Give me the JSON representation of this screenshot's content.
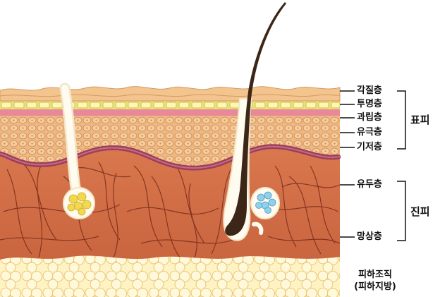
{
  "diagram": {
    "epidermis_layers": [
      "각질층",
      "투명층",
      "과립층",
      "유극층",
      "기저층"
    ],
    "dermis_layers": [
      "유두층",
      "망상층"
    ],
    "groups": {
      "epidermis": "표피",
      "dermis": "진피"
    },
    "subcutis": {
      "line1": "피하조직",
      "line2": "(피하지방)"
    }
  }
}
